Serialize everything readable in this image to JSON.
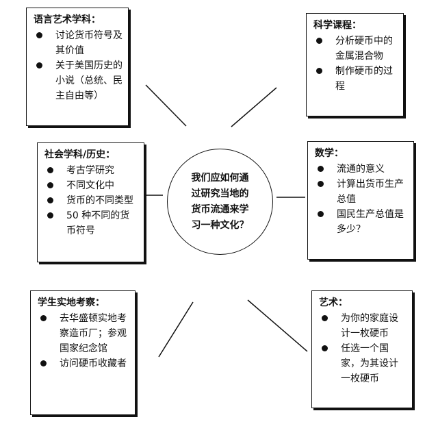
{
  "center": {
    "question": "我们应如何通\n过研究当地的\n货币流通来学\n习一种文化？"
  },
  "boxes": {
    "language_arts": {
      "title": "语言艺术学科：",
      "items": [
        "讨论货币符号及其价值",
        "关于美国历史的小说（总统、民主自由等）"
      ]
    },
    "science": {
      "title": "科学课程：",
      "items": [
        "分析硬币中的金属混合物",
        "制作硬币的过程"
      ]
    },
    "social_studies": {
      "title": "社会学科/历史：",
      "items": [
        "考古学研究",
        "不同文化中",
        "货币的不同类型",
        "50 种不同的货币符号"
      ]
    },
    "math": {
      "title": "数学：",
      "items": [
        "流通的意义",
        "计算出货币生产总值",
        "国民生产总值是多少？"
      ]
    },
    "field_trip": {
      "title": "学生实地考察：",
      "items": [
        "去华盛顿实地考察造币厂；参观国家纪念馆",
        "访问硬币收藏者"
      ]
    },
    "art": {
      "title": "艺术：",
      "items": [
        "为你的家庭设计一枚硬币",
        "任选一个国家，为其设计一枚硬币"
      ]
    }
  }
}
